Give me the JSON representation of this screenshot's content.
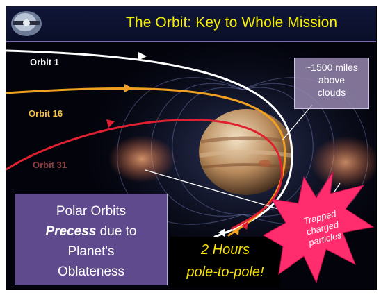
{
  "title": "The Orbit:  Key to Whole Mission",
  "orbit_labels": [
    "Orbit 1",
    "Orbit 16",
    "Orbit 31"
  ],
  "altitude_callout": [
    "~1500 miles",
    "above",
    "clouds"
  ],
  "polar_box": {
    "line1": "Polar Orbits",
    "emphasis": "Precess",
    "line2_rest": " due to",
    "line3": "Planet's",
    "line4": "Oblateness"
  },
  "hours_box": [
    "2 Hours",
    "pole-to-pole!"
  ],
  "burst_text": [
    "Trapped",
    "charged",
    "particles"
  ],
  "colors": {
    "title_text": "#f6f000",
    "orbit_1": "#ffffff",
    "orbit_16": "#f0a020",
    "orbit_31": "#e02030",
    "burst": "#ff2d6e",
    "polar_box": "#5e4a8c",
    "altitude_box": "#9687af"
  }
}
